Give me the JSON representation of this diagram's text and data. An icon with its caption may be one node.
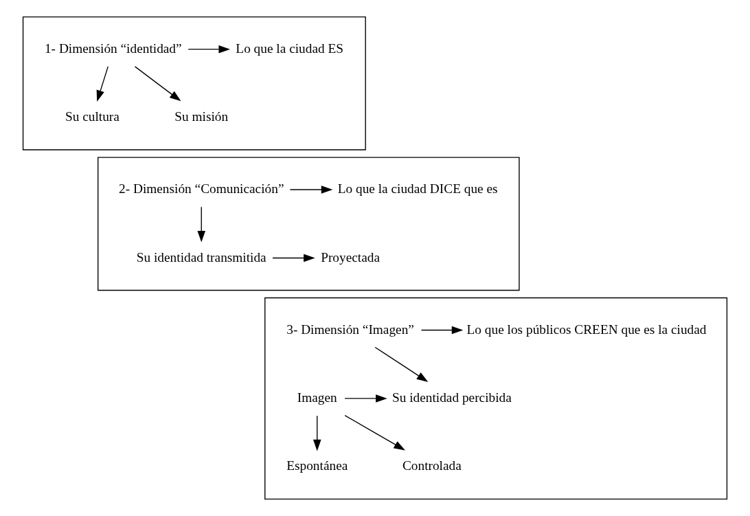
{
  "diagram": {
    "nodes": [
      {
        "text": [],
        "shape": "box"
      },
      {
        "text": [
          "1- Dimensión “identidad”"
        ],
        "in": 0
      },
      {
        "text": [
          "Lo que la ciudad ES"
        ],
        "in": 0
      },
      {
        "text": [
          "Su cultura"
        ],
        "in": 0
      },
      {
        "text": [
          "Su misión"
        ],
        "in": 0
      },
      {
        "text": [],
        "shape": "box"
      },
      {
        "text": [
          "2- Dimensión “Comunicación”"
        ],
        "in": 5
      },
      {
        "text": [
          "Lo que la ciudad DICE que es"
        ],
        "in": 5
      },
      {
        "text": [
          "Su identidad transmitida"
        ],
        "in": 5
      },
      {
        "text": [
          "Proyectada"
        ],
        "in": 5
      },
      {
        "text": [],
        "shape": "box"
      },
      {
        "text": [
          "3- Dimensión “Imagen”"
        ],
        "in": 10
      },
      {
        "text": [
          "Lo que los públicos CREEN que es la ciudad"
        ],
        "in": 10
      },
      {
        "text": [
          "Imagen"
        ],
        "in": 10
      },
      {
        "text": [
          "Espontánea"
        ],
        "in": 10
      },
      {
        "text": [
          "Controlada"
        ],
        "in": 10
      },
      {
        "text": [
          "Su identidad percibida"
        ],
        "in": 10
      }
    ],
    "edges": [
      {
        "from": 1,
        "to": 2,
        "arrow": "to"
      },
      {
        "from": 1,
        "to": 3,
        "arrow": "to"
      },
      {
        "from": 1,
        "to": 4,
        "arrow": "to"
      },
      {
        "from": 6,
        "to": 7,
        "arrow": "to"
      },
      {
        "from": 6,
        "to": 8,
        "arrow": "to"
      },
      {
        "from": 8,
        "to": 9,
        "arrow": "to"
      },
      {
        "from": 11,
        "to": 12,
        "arrow": "to"
      },
      {
        "from": 11,
        "to": 16,
        "arrow": "to"
      },
      {
        "from": 13,
        "to": 16,
        "arrow": "to"
      },
      {
        "from": 13,
        "to": 14,
        "arrow": "to"
      },
      {
        "from": 13,
        "to": 15,
        "arrow": "to"
      }
    ]
  }
}
